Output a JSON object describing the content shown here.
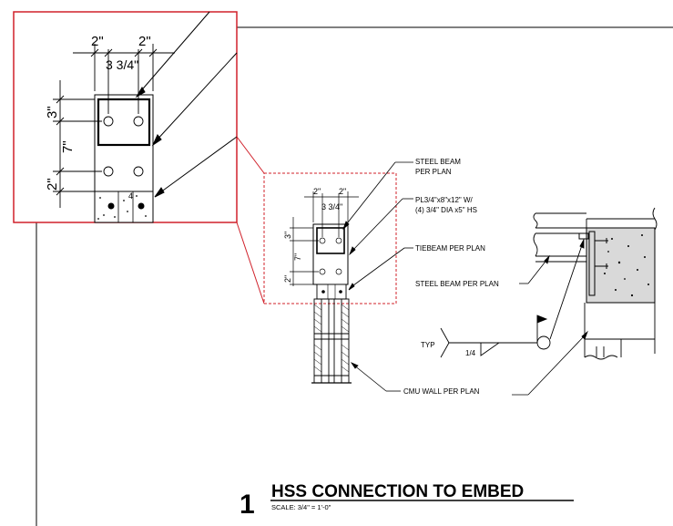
{
  "detail": {
    "number": "1",
    "title": "HSS CONNECTION TO EMBED",
    "scale": "SCALE:  3/4\" = 1'-0\""
  },
  "inset": {
    "dim_left": "2\"",
    "dim_right": "2\"",
    "dim_mid": "3 3/4\"",
    "dim_v1": "3\"",
    "dim_v2": "7\"",
    "dim_v3": "2\"",
    "hatch_mark": "4"
  },
  "elevation": {
    "dim_left": "2\"",
    "dim_right": "2\"",
    "dim_mid": "3 3/4\"",
    "dim_v1": "3\"",
    "dim_v2": "7\"",
    "dim_v3": "2\""
  },
  "callouts": {
    "steel_beam_1": "STEEL BEAM",
    "steel_beam_2": "PER PLAN",
    "plate_1": "PL3/4\"x8\"x12\" W/",
    "plate_2": "(4) 3/4\" DIA x5\" HS",
    "tiebeam": "TIEBEAM PER PLAN",
    "steel_beam_plan": "STEEL BEAM PER PLAN",
    "cmu_wall": "CMU WALL PER PLAN"
  },
  "weld": {
    "typ": "TYP",
    "size": "1/4"
  },
  "colors": {
    "line": "#000000",
    "highlight": "#d0202a",
    "concrete": "#d9d9d9"
  }
}
